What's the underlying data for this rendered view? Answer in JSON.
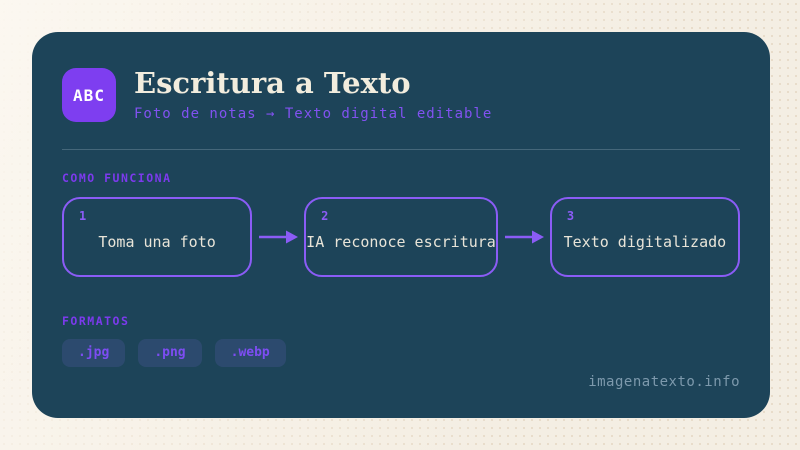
{
  "header": {
    "badge_text": "ABC",
    "title": "Escritura a Texto",
    "subtitle": "Foto de notas → Texto digital editable"
  },
  "how_it_works": {
    "label": "COMO FUNCIONA",
    "steps": [
      {
        "number": "1",
        "text": "Toma una foto"
      },
      {
        "number": "2",
        "text": "IA reconoce escritura"
      },
      {
        "number": "3",
        "text": "Texto digitalizado"
      }
    ]
  },
  "formats": {
    "label": "FORMATOS",
    "items": [
      ".jpg",
      ".png",
      ".webp"
    ]
  },
  "footer": {
    "site": "imagenatexto.info"
  },
  "colors": {
    "page_bg": "#f4eee3",
    "card_bg": "#1d4459",
    "accent_purple": "#8b5cf6",
    "badge_purple": "#7e3ef0",
    "label_purple": "#7c3aed",
    "title_cream": "#f2edde",
    "step_text": "#e8e4d8",
    "chip_bg": "#2c4a6e",
    "chip_text": "#7d4df2",
    "footer_text": "#7d99ac"
  }
}
